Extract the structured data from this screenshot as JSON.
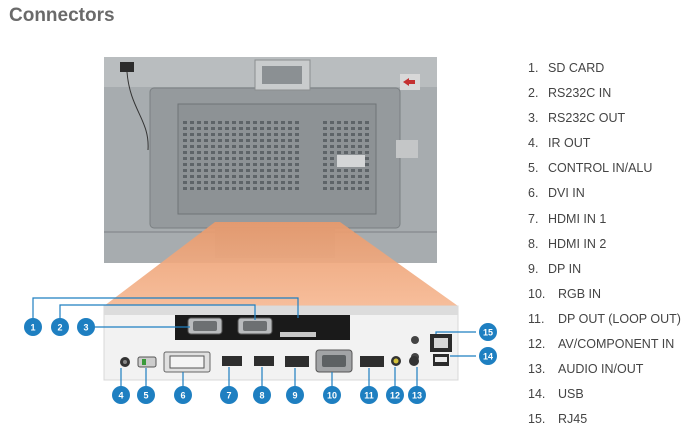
{
  "page": {
    "title": "Connectors"
  },
  "connectors": [
    {
      "num": "1.",
      "label": "SD CARD"
    },
    {
      "num": "2.",
      "label": "RS232C IN"
    },
    {
      "num": "3.",
      "label": "RS232C OUT"
    },
    {
      "num": "4.",
      "label": "IR OUT"
    },
    {
      "num": "5.",
      "label": "CONTROL IN/ALU"
    },
    {
      "num": "6.",
      "label": "DVI IN"
    },
    {
      "num": "7.",
      "label": "HDMI IN 1"
    },
    {
      "num": "8.",
      "label": "HDMI IN 2"
    },
    {
      "num": "9.",
      "label": "DP IN"
    },
    {
      "num": "10.",
      "label": "RGB IN"
    },
    {
      "num": "11.",
      "label": "DP OUT (LOOP OUT)"
    },
    {
      "num": "12.",
      "label": "AV/COMPONENT IN"
    },
    {
      "num": "13.",
      "label": "AUDIO IN/OUT"
    },
    {
      "num": "14.",
      "label": "USB"
    },
    {
      "num": "15.",
      "label": "RJ45"
    }
  ],
  "badges": [
    "1",
    "2",
    "3",
    "4",
    "5",
    "6",
    "7",
    "8",
    "9",
    "10",
    "11",
    "12",
    "13",
    "14",
    "15"
  ],
  "colors": {
    "badge": "#1e7fc1",
    "highlight": "#f3a57a",
    "title": "#6a6a6a"
  }
}
